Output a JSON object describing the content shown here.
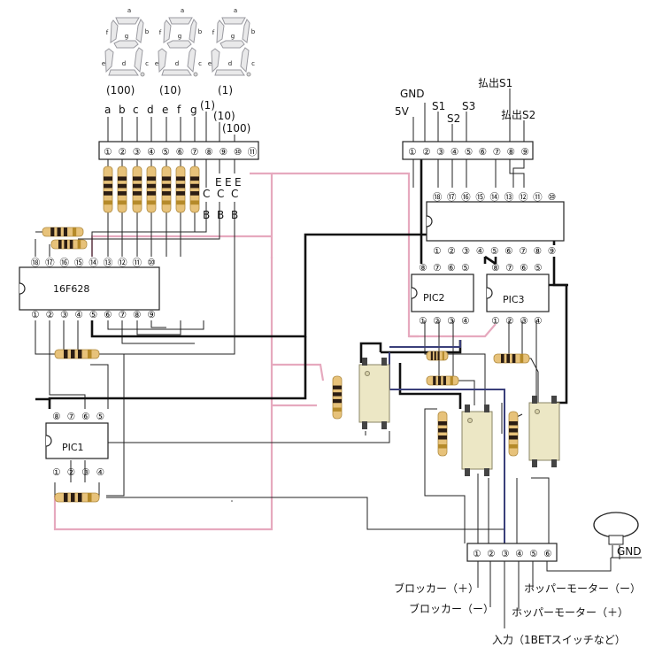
{
  "display": {
    "digits": [
      {
        "label": "(100)"
      },
      {
        "label": "(10)"
      },
      {
        "label": "(1)"
      }
    ],
    "segment_letters": {
      "a": "a",
      "b": "b",
      "c": "c",
      "d": "d",
      "e": "e",
      "f": "f",
      "g": "g"
    }
  },
  "top_connector": {
    "pins": [
      "①",
      "②",
      "③",
      "④",
      "⑤",
      "⑥",
      "⑦",
      "⑧",
      "⑨",
      "⑩",
      "⑪"
    ],
    "signals": [
      "a",
      "b",
      "c",
      "d",
      "e",
      "f",
      "g"
    ],
    "common_labels": [
      "(1)",
      "(10)",
      "(100)"
    ],
    "e_labels": [
      "E",
      "E",
      "E"
    ],
    "c_labels": [
      "C",
      "C",
      "C"
    ],
    "b_labels": [
      "B",
      "B",
      "B"
    ]
  },
  "right_connector": {
    "pins": [
      "①",
      "②",
      "③",
      "④",
      "⑤",
      "⑥",
      "⑦",
      "⑧",
      "⑨"
    ],
    "labels": {
      "gnd": "GND",
      "v5": "5V",
      "s1": "S1",
      "s2": "S2",
      "s3": "S3",
      "payout_s1": "払出S1",
      "payout_s2": "払出S2"
    }
  },
  "chips": {
    "pic628": {
      "name": "16F628",
      "top_pins": [
        "⑱",
        "⑰",
        "⑯",
        "⑮",
        "⑭",
        "⑬",
        "⑫",
        "⑪",
        "⑩"
      ],
      "bottom_pins": [
        "①",
        "②",
        "③",
        "④",
        "⑤",
        "⑥",
        "⑦",
        "⑧",
        "⑨"
      ]
    },
    "driver": {
      "top_pins": [
        "⑱",
        "⑰",
        "⑯",
        "⑮",
        "⑭",
        "⑬",
        "⑫",
        "⑪",
        "⑩"
      ],
      "bottom_pins": [
        "①",
        "②",
        "③",
        "④",
        "⑤",
        "⑥",
        "⑦",
        "⑧",
        "⑨"
      ]
    },
    "pic1": {
      "name": "PIC1",
      "top_pins": [
        "⑧",
        "⑦",
        "⑥",
        "⑤"
      ],
      "bottom_pins": [
        "①",
        "②",
        "③",
        "④"
      ]
    },
    "pic2": {
      "name": "PIC2",
      "top_pins": [
        "⑧",
        "⑦",
        "⑥",
        "⑤"
      ],
      "bottom_pins": [
        "①",
        "②",
        "③",
        "④"
      ]
    },
    "pic3": {
      "name": "PIC3",
      "top_pins": [
        "⑧",
        "⑦",
        "⑥",
        "⑤"
      ],
      "bottom_pins": [
        "①",
        "②",
        "③",
        "④"
      ]
    }
  },
  "bottom_connector": {
    "pins": [
      "①",
      "②",
      "③",
      "④",
      "⑤",
      "⑥"
    ],
    "outputs": {
      "blocker_plus": "ブロッカー（＋）",
      "blocker_minus": "ブロッカー（ー）",
      "hopper_minus": "ホッパーモーター（ー）",
      "hopper_plus": "ホッパーモーター（＋）",
      "input": "入力（1BETスイッチなど）"
    },
    "gnd": "GND"
  }
}
